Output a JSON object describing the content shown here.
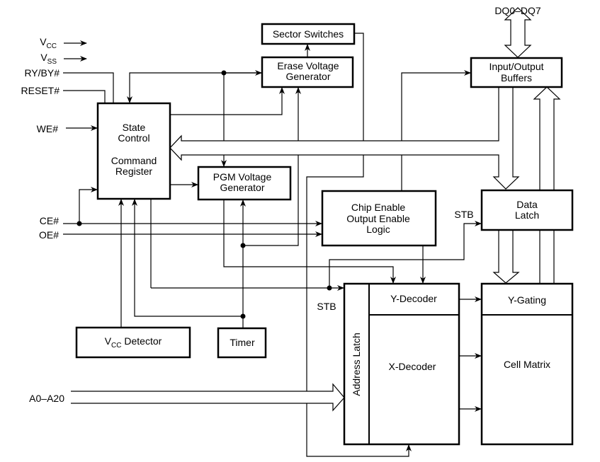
{
  "diagram": {
    "blocks": {
      "sector_switches": "Sector Switches",
      "erase_voltage": [
        "Erase Voltage",
        "Generator"
      ],
      "state_control": [
        "State",
        "Control",
        "Command",
        "Register"
      ],
      "pgm_voltage": [
        "PGM Voltage",
        "Generator"
      ],
      "chip_enable": [
        "Chip Enable",
        "Output Enable",
        "Logic"
      ],
      "io_buffers": [
        "Input/Output",
        "Buffers"
      ],
      "data_latch": [
        "Data",
        "Latch"
      ],
      "address_latch": "Address Latch",
      "y_decoder": "Y-Decoder",
      "x_decoder": "X-Decoder",
      "y_gating": "Y-Gating",
      "cell_matrix": "Cell Matrix",
      "vcc_detector": {
        "v": "V",
        "sub": "CC",
        "rest": " Detector"
      },
      "timer": "Timer"
    },
    "signals": {
      "vcc": {
        "v": "V",
        "sub": "CC"
      },
      "vss": {
        "v": "V",
        "sub": "SS"
      },
      "ry_by": "RY/BY#",
      "reset": "RESET#",
      "we": "WE#",
      "ce": "CE#",
      "oe": "OE#",
      "address": "A0–A20",
      "dq": "DQ0–DQ7",
      "stb_data": "STB",
      "stb_addr": "STB"
    }
  }
}
